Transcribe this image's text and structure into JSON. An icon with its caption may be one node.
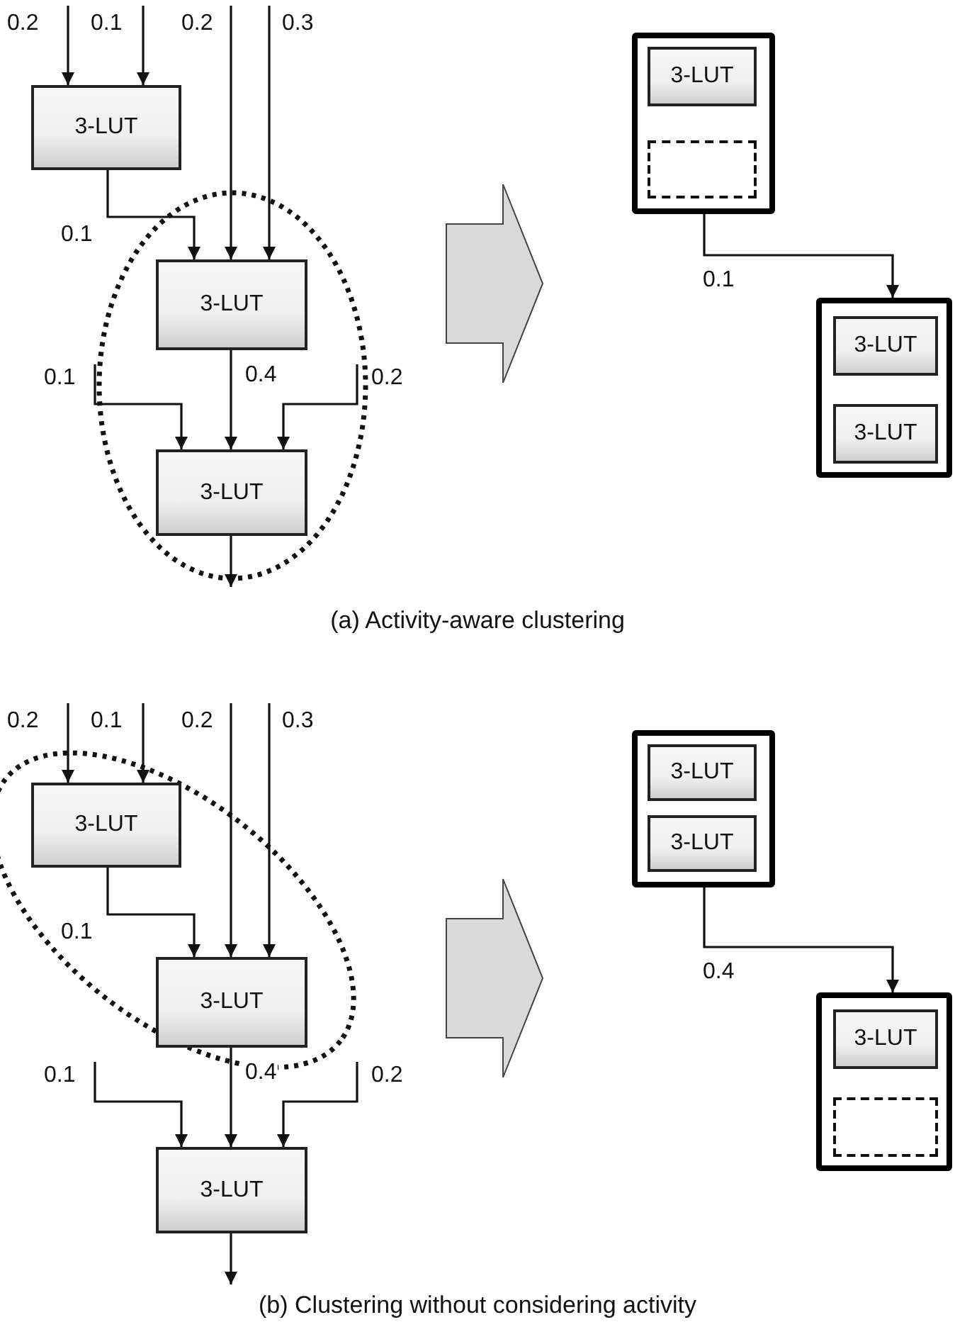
{
  "diagram": {
    "nodes": [
      {
        "text": [
          "3-LUT"
        ]
      },
      {
        "text": [
          "3-LUT"
        ]
      },
      {
        "text": [
          "3-LUT"
        ]
      },
      {
        "text": [],
        "shape": "box"
      },
      {
        "text": [
          "3-LUT"
        ],
        "in": 3
      },
      {
        "text": [],
        "shape": "box",
        "in": 3
      },
      {
        "text": [],
        "shape": "box"
      },
      {
        "text": [
          "3-LUT"
        ],
        "in": 6
      },
      {
        "text": [
          "3-LUT"
        ],
        "in": 6
      },
      {
        "text": [
          "3-LUT"
        ]
      },
      {
        "text": [
          "3-LUT"
        ]
      },
      {
        "text": [
          "3-LUT"
        ]
      },
      {
        "text": [],
        "shape": "box"
      },
      {
        "text": [
          "3-LUT"
        ],
        "in": 12
      },
      {
        "text": [
          "3-LUT"
        ],
        "in": 12
      },
      {
        "text": [],
        "shape": "box"
      },
      {
        "text": [
          "3-LUT"
        ],
        "in": 15
      },
      {
        "text": [],
        "shape": "box",
        "in": 15
      }
    ],
    "edges": [
      {
        "from": null,
        "to": 0,
        "arrow": "to",
        "label": "0.2"
      },
      {
        "from": null,
        "to": 0,
        "arrow": "to",
        "label": "0.1"
      },
      {
        "from": null,
        "to": 1,
        "arrow": "to",
        "label": "0.2"
      },
      {
        "from": null,
        "to": 1,
        "arrow": "to",
        "label": "0.3"
      },
      {
        "from": 0,
        "to": 1,
        "arrow": "to",
        "label": "0.1"
      },
      {
        "from": null,
        "to": 2,
        "arrow": "to",
        "label": "0.1"
      },
      {
        "from": 1,
        "to": 2,
        "arrow": "to",
        "label": "0.4"
      },
      {
        "from": null,
        "to": 2,
        "arrow": "to",
        "label": "0.2"
      },
      {
        "from": 2,
        "to": null,
        "arrow": "to"
      },
      {
        "from": 3,
        "to": 6,
        "arrow": "to",
        "label": "0.1"
      },
      {
        "from": null,
        "to": 9,
        "arrow": "to",
        "label": "0.2"
      },
      {
        "from": null,
        "to": 9,
        "arrow": "to",
        "label": "0.1"
      },
      {
        "from": null,
        "to": 10,
        "arrow": "to",
        "label": "0.2"
      },
      {
        "from": null,
        "to": 10,
        "arrow": "to",
        "label": "0.3"
      },
      {
        "from": 9,
        "to": 10,
        "arrow": "to",
        "label": "0.1"
      },
      {
        "from": null,
        "to": 11,
        "arrow": "to",
        "label": "0.1"
      },
      {
        "from": 10,
        "to": 11,
        "arrow": "to",
        "label": "0.4"
      },
      {
        "from": null,
        "to": 11,
        "arrow": "to",
        "label": "0.2"
      },
      {
        "from": 11,
        "to": null,
        "arrow": "to"
      },
      {
        "from": 12,
        "to": 15,
        "arrow": "to",
        "label": "0.4"
      }
    ],
    "labels": [
      "(a) Activity-aware clustering",
      "(b) Clustering without considering activity"
    ]
  }
}
